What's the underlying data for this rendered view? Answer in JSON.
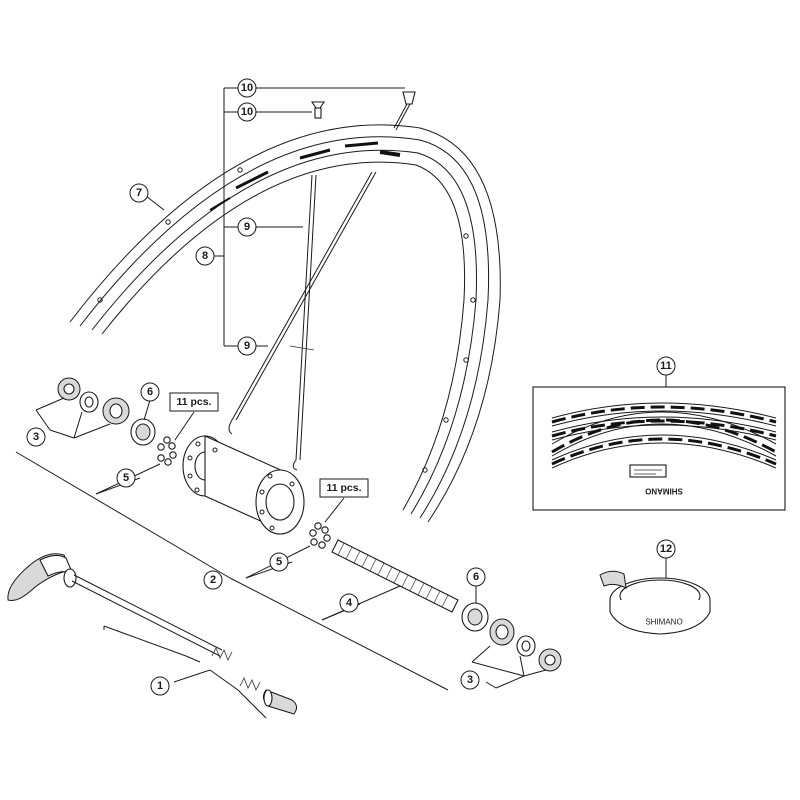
{
  "callouts": {
    "c1": "1",
    "c2": "2",
    "c3_left": "3",
    "c3_right": "3",
    "c4": "4",
    "c5_left": "5",
    "c5_right": "5",
    "c6_left": "6",
    "c6_right": "6",
    "c7": "7",
    "c8": "8",
    "c9_top": "9",
    "c9_bottom": "9",
    "c10_top": "10",
    "c10_lower": "10",
    "c11_decal": "11",
    "c12": "12"
  },
  "quantity_labels": {
    "left": "11 pcs.",
    "right": "11 pcs."
  },
  "brand": {
    "rim_tape": "SHIMANO",
    "decal_mirrored": "SHIMANO"
  }
}
